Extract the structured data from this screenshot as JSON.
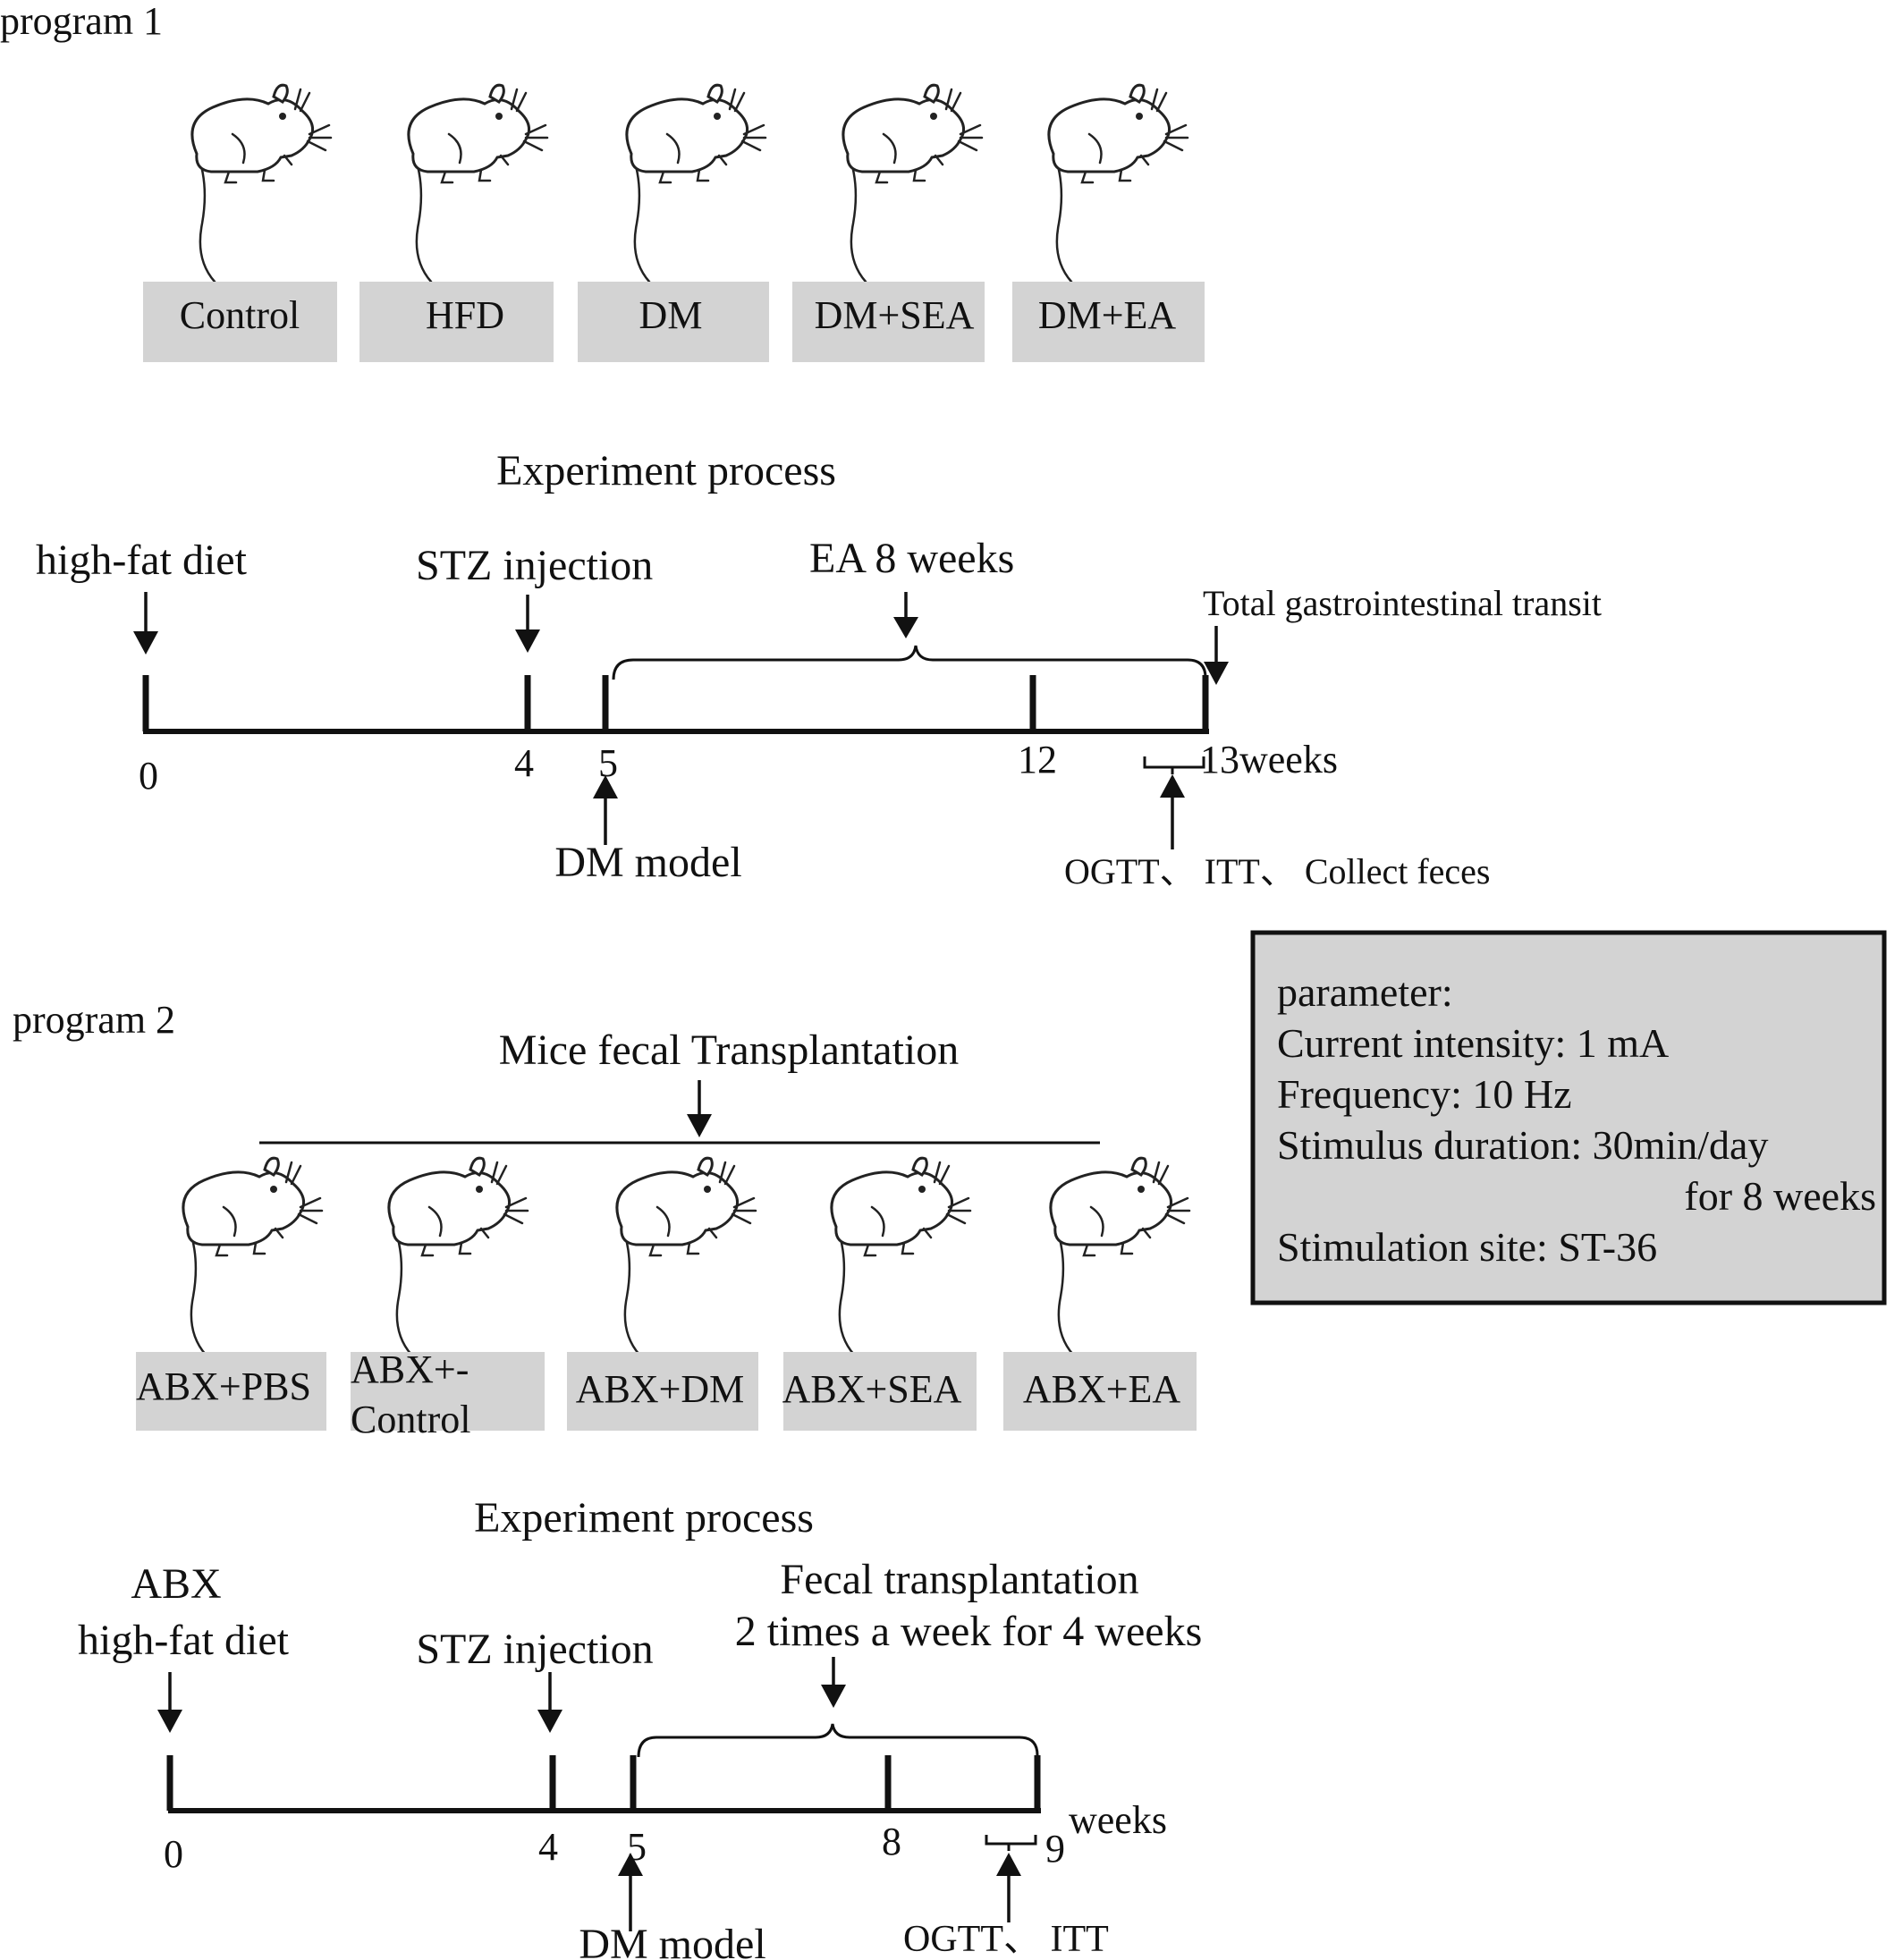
{
  "program1": {
    "title": "program 1",
    "groups": [
      "Control",
      "HFD",
      "DM",
      "DM+SEA",
      "DM+EA"
    ],
    "process_title": "Experiment process",
    "annotations": {
      "hfd": "high-fat diet",
      "stz": "STZ injection",
      "ea": "EA 8 weeks",
      "transit": "Total gastrointestinal transit",
      "dm_model": "DM model",
      "tests": "OGTT、 ITT、 Collect feces"
    },
    "ticks": [
      "0",
      "4",
      "5",
      "12",
      "13weeks"
    ]
  },
  "program2": {
    "title": "program 2",
    "fmt_title": "Mice fecal Transplantation",
    "groups": [
      {
        "line1": "ABX+PBS",
        "line2": ""
      },
      {
        "line1": "ABX+-",
        "line2": "Control"
      },
      {
        "line1": "ABX+DM",
        "line2": ""
      },
      {
        "line1": "ABX+SEA",
        "line2": ""
      },
      {
        "line1": "ABX+EA",
        "line2": ""
      }
    ],
    "process_title": "Experiment process",
    "annotations": {
      "abx": "ABX",
      "hfd": "high-fat diet",
      "stz": "STZ injection",
      "fmt_line1": "Fecal transplantation",
      "fmt_line2": "2 times a week for 4 weeks",
      "dm_model": "DM model",
      "tests": "OGTT、 ITT"
    },
    "ticks": [
      "0",
      "4",
      "5",
      "8",
      "9",
      "weeks"
    ]
  },
  "parameter_box": {
    "heading": "parameter:",
    "current": "Current intensity: 1 mA",
    "frequency": "Frequency: 10 Hz",
    "duration_line1": "Stimulus duration: 30min/day",
    "duration_line2": "for 8 weeks",
    "site": "Stimulation site: ST-36"
  },
  "colors": {
    "box_fill": "#d3d3d3",
    "line": "#111111"
  }
}
